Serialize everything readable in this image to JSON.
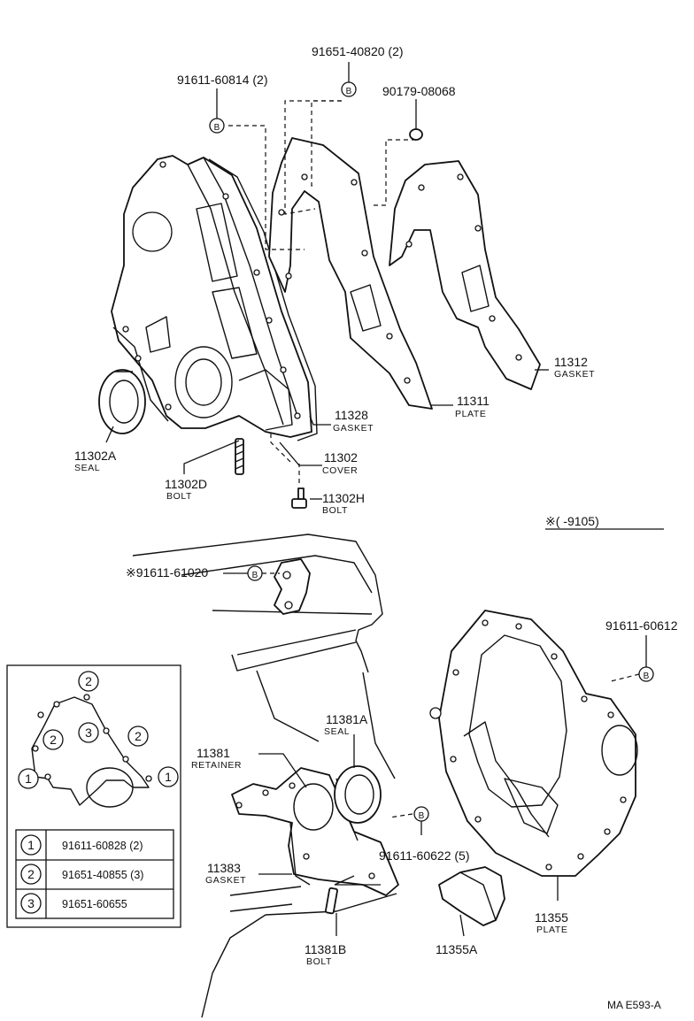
{
  "callouts": {
    "p91651_40820": "91651-40820 (2)",
    "p91611_60814": "91611-60814 (2)",
    "p90179_08068": "90179-08068",
    "p11312": "11312",
    "n11312": "GASKET",
    "p11311": "11311",
    "n11311": "PLATE",
    "p11328": "11328",
    "n11328": "GASKET",
    "p11302": "11302",
    "n11302": "COVER",
    "p11302H": "11302H",
    "n11302H": "BOLT",
    "p11302D": "11302D",
    "n11302D": "BOLT",
    "p11302A": "11302A",
    "n11302A": "SEAL",
    "note_range": "※(        -9105)",
    "p91611_61020": "※91611-61020",
    "p91611_60612": "91611-60612",
    "p11381A": "11381A",
    "n11381A": "SEAL",
    "p11381": "11381",
    "n11381": "RETAINER",
    "p91611_60622": "91611-60622 (5)",
    "p11383": "11383",
    "n11383": "GASKET",
    "p11381B": "11381B",
    "n11381B": "BOLT",
    "p11355A": "11355A",
    "p11355": "11355",
    "n11355": "PLATE"
  },
  "marker_letter": "B",
  "inset": {
    "diagram_markers": [
      "2",
      "2",
      "3",
      "2",
      "1",
      "1"
    ],
    "rows": [
      {
        "num": "1",
        "part": "91611-60828 (2)"
      },
      {
        "num": "2",
        "part": "91651-40855 (3)"
      },
      {
        "num": "3",
        "part": "91651-60655"
      }
    ]
  },
  "footer_code": "MA E593-A"
}
